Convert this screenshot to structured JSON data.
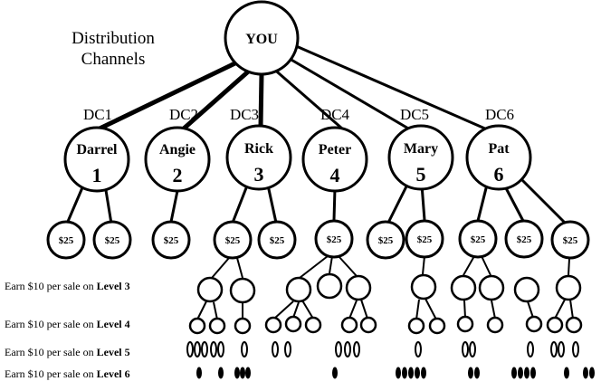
{
  "title": {
    "line1": "Distribution",
    "line2": "Channels"
  },
  "root_label": "YOU",
  "channels": [
    {
      "dc": "DC1",
      "name": "Darrel",
      "number": "1",
      "amounts": [
        "$25",
        "$25"
      ]
    },
    {
      "dc": "DC2",
      "name": "Angie",
      "number": "2",
      "amounts": [
        "$25"
      ]
    },
    {
      "dc": "DC3",
      "name": "Rick",
      "number": "3",
      "amounts": [
        "$25",
        "$25"
      ]
    },
    {
      "dc": "DC4",
      "name": "Peter",
      "number": "4",
      "amounts": [
        "$25"
      ]
    },
    {
      "dc": "DC5",
      "name": "Mary",
      "number": "5",
      "amounts": [
        "$25",
        "$25"
      ]
    },
    {
      "dc": "DC6",
      "name": "Pat",
      "number": "6",
      "amounts": [
        "$25",
        "$25",
        "$25"
      ]
    }
  ],
  "levels": [
    {
      "prefix": "Earn $10 per sale on ",
      "level": "Level 3"
    },
    {
      "prefix": "Earn $10 per sale on ",
      "level": "Level 4"
    },
    {
      "prefix": "Earn $10 per sale on ",
      "level": "Level 5"
    },
    {
      "prefix": "Earn $10 per sale on ",
      "level": "Level 6"
    }
  ]
}
